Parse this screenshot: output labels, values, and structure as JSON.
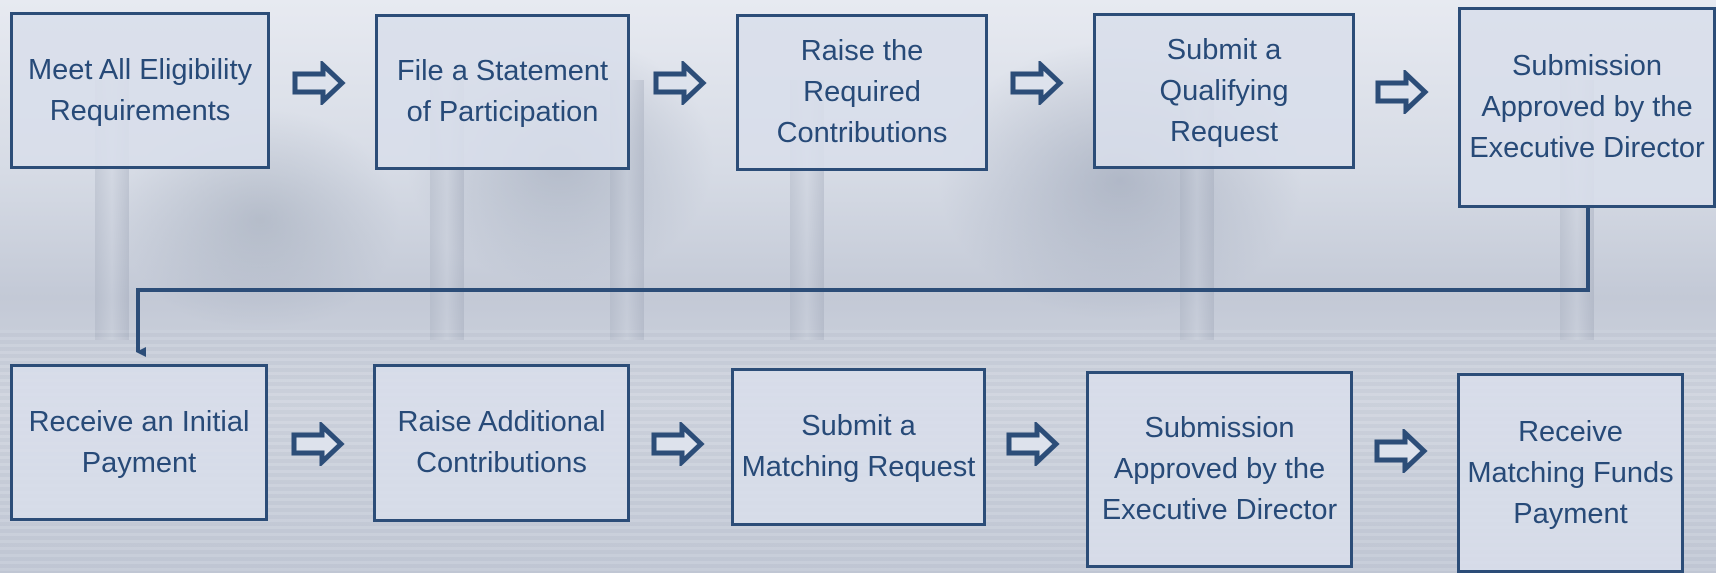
{
  "diagram": {
    "row1": [
      {
        "label": "Meet All Eligibility Requirements"
      },
      {
        "label": "File a Statement of Participation"
      },
      {
        "label": "Raise the Required Contributions"
      },
      {
        "label": "Submit a Qualifying Request"
      },
      {
        "label": "Submission Approved by the Executive Director"
      }
    ],
    "row2": [
      {
        "label": "Receive an Initial Payment"
      },
      {
        "label": "Raise Additional Contributions"
      },
      {
        "label": "Submit a Matching Request"
      },
      {
        "label": "Submission Approved by the Executive Director"
      },
      {
        "label": "Receive Matching Funds Payment"
      }
    ]
  },
  "colors": {
    "accent": "#2c4d78",
    "text": "#274a78"
  }
}
